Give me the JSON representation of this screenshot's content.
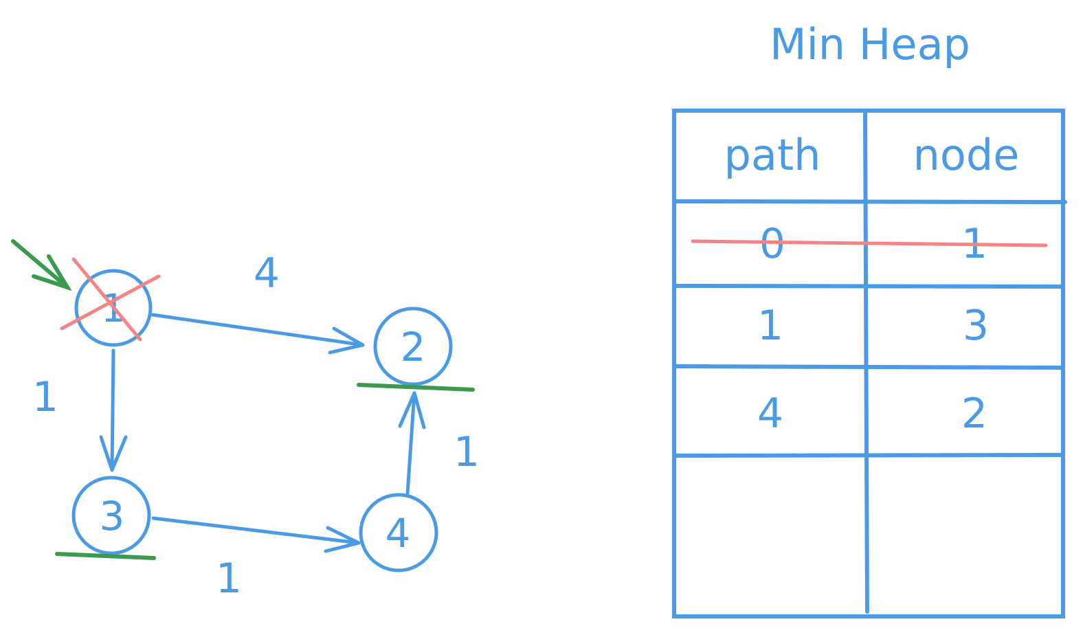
{
  "colors": {
    "ink": "#4a9be3",
    "strike": "#f58585",
    "visited": "#3a9a4d"
  },
  "graph": {
    "nodes": [
      {
        "id": "1",
        "label": "1",
        "crossed": true,
        "start": true,
        "settled": false
      },
      {
        "id": "2",
        "label": "2",
        "crossed": false,
        "start": false,
        "settled": true
      },
      {
        "id": "3",
        "label": "3",
        "crossed": false,
        "start": false,
        "settled": true
      },
      {
        "id": "4",
        "label": "4",
        "crossed": false,
        "start": false,
        "settled": false
      }
    ],
    "edges": [
      {
        "from": "1",
        "to": "2",
        "weight": "4"
      },
      {
        "from": "1",
        "to": "3",
        "weight": "1"
      },
      {
        "from": "3",
        "to": "4",
        "weight": "1"
      },
      {
        "from": "4",
        "to": "2",
        "weight": "1"
      }
    ]
  },
  "heap": {
    "title": "Min Heap",
    "headers": [
      "path",
      "node"
    ],
    "rows": [
      {
        "path": "0",
        "node": "1",
        "struck": true
      },
      {
        "path": "1",
        "node": "3",
        "struck": false
      },
      {
        "path": "4",
        "node": "2",
        "struck": false
      },
      {
        "path": "",
        "node": "",
        "struck": false
      }
    ]
  }
}
